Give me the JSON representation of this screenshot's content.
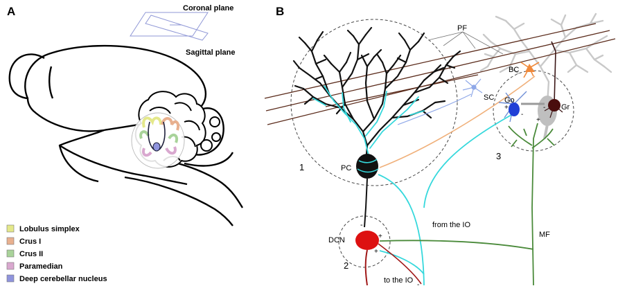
{
  "panels": {
    "a": "A",
    "b": "B"
  },
  "planes": {
    "coronal": "Coronal plane",
    "sagittal": "Sagittal plane"
  },
  "legend": [
    {
      "label": "Lobulus simplex",
      "color": "#e4e88a"
    },
    {
      "label": "Crus I",
      "color": "#e8b08f"
    },
    {
      "label": "Crus II",
      "color": "#a9d39a"
    },
    {
      "label": "Paramedian",
      "color": "#d9a8cf"
    },
    {
      "label": "Deep cerebellar nucleus",
      "color": "#8f94dd"
    }
  ],
  "circuit": {
    "pf": "PF",
    "bc": "BC",
    "sc": "SC",
    "go": "Go",
    "gr": "Gr",
    "pc": "PC",
    "dcn": "DCN",
    "mf": "MF",
    "from_io": "from the IO",
    "to_io": "to the IO",
    "zone1": "1",
    "zone2": "2",
    "zone3": "3"
  },
  "colors": {
    "purkinje": "#111111",
    "climbing_fiber": "#35d8dc",
    "mossy_fiber": "#4a8a3a",
    "parallel_fiber": "#5a2a1a",
    "dcn_cell": "#dd1111",
    "golgi_cell": "#1f3fd6",
    "granule_cell": "#4a0d0d",
    "basket_cell": "#f08a3c",
    "stellate_cell": "#8fa8e8",
    "dcn_axon": "#a01818"
  }
}
